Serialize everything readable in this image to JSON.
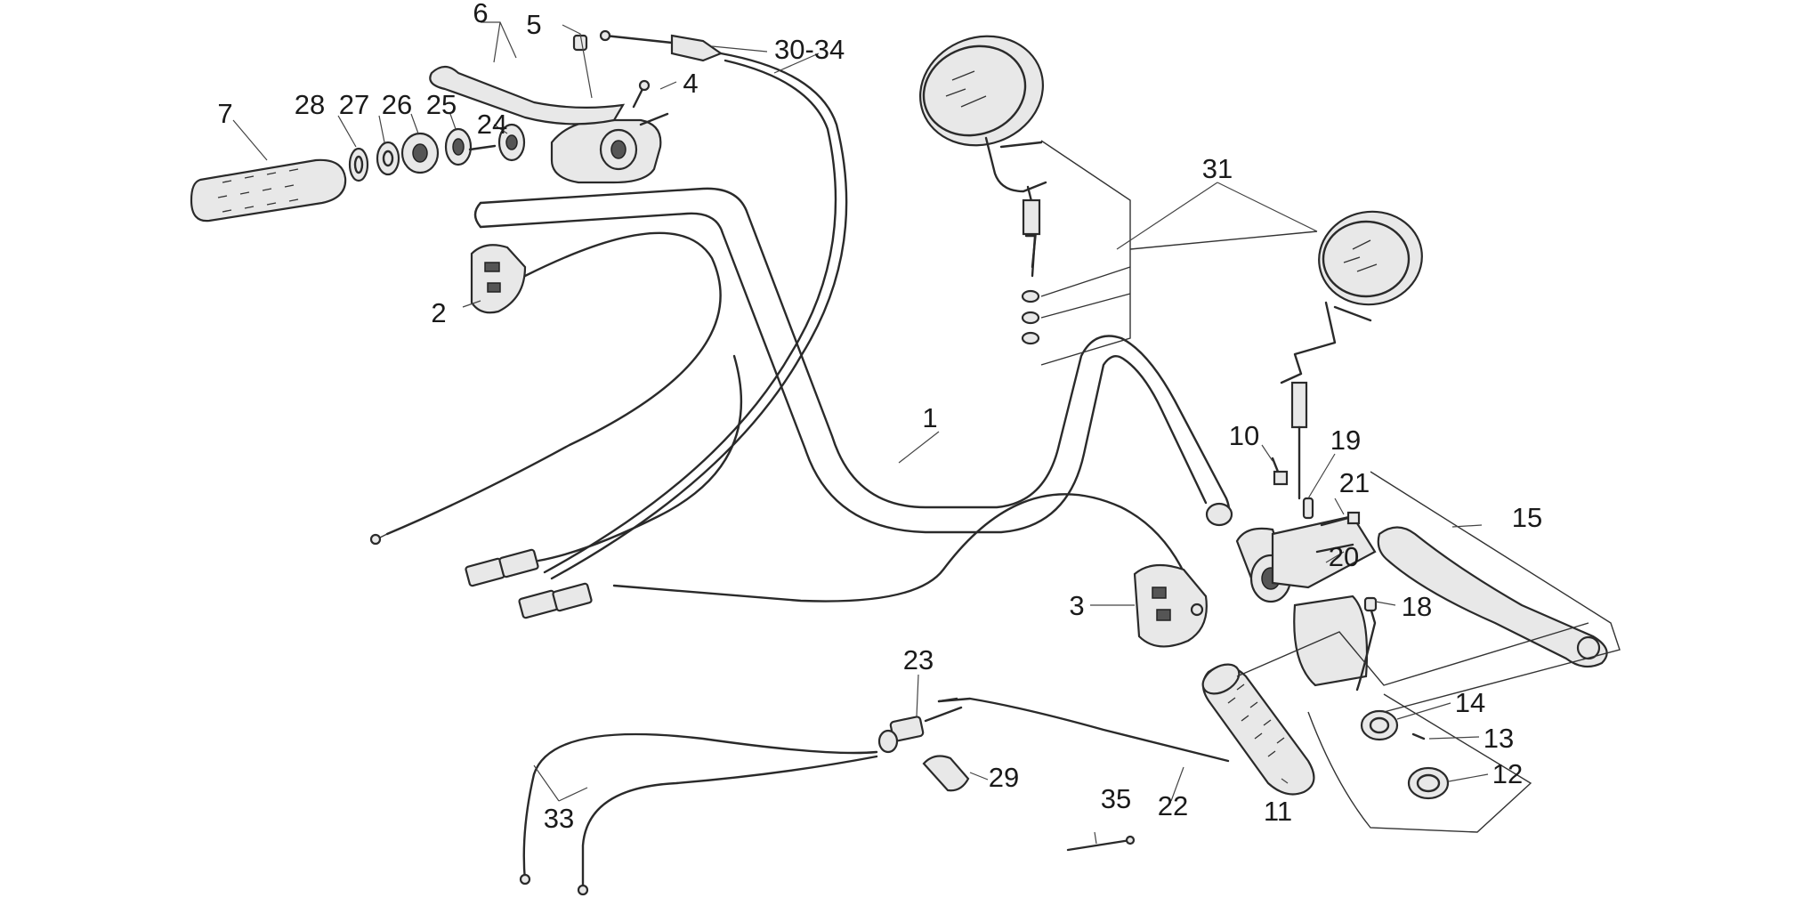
{
  "labels": {
    "l1": "1",
    "l2": "2",
    "l3": "3",
    "l4": "4",
    "l5": "5",
    "l6": "6",
    "l7": "7",
    "l10": "10",
    "l11": "11",
    "l12": "12",
    "l13": "13",
    "l14": "14",
    "l15": "15",
    "l18": "18",
    "l19": "19",
    "l20": "20",
    "l21": "21",
    "l22": "22",
    "l23": "23",
    "l24": "24",
    "l25": "25",
    "l26": "26",
    "l27": "27",
    "l28": "28",
    "l29": "29",
    "l3034": "30-34",
    "l31": "31",
    "l33": "33",
    "l35": "35"
  },
  "colors": {
    "line": "#2a2a2a",
    "background": "#ffffff"
  }
}
